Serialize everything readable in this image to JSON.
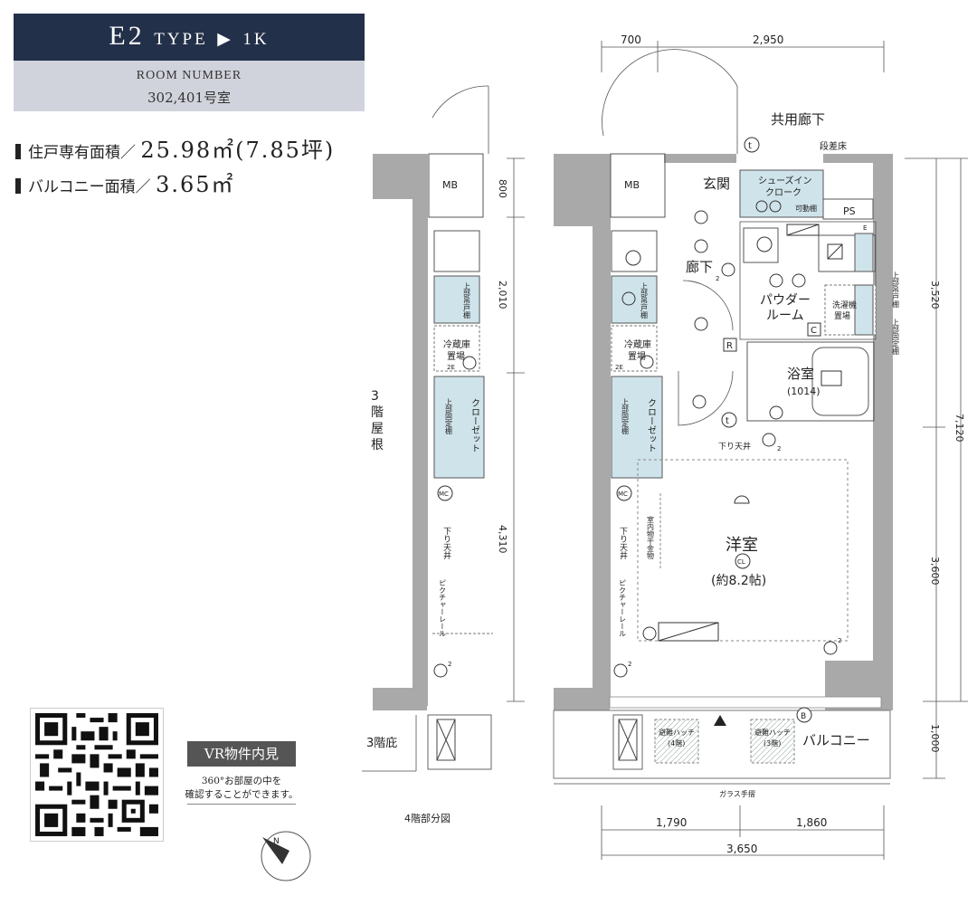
{
  "header": {
    "type_code": "E2",
    "type_word": "TYPE",
    "arrow": "▶",
    "layout": "1K",
    "room_number_label": "ROOM NUMBER",
    "room_numbers": "302,401号室"
  },
  "areas": {
    "unit_label": "住戸専有面積／",
    "unit_value": "25.98㎡(7.85坪)",
    "balcony_label": "バルコニー面積／",
    "balcony_value": "3.65㎡"
  },
  "vr": {
    "badge": "VR物件内見",
    "desc_line1": "360°お部屋の中を",
    "desc_line2": "確認することができます。"
  },
  "plan": {
    "corridor": "共用廊下",
    "step_floor": "段差床",
    "entrance": "玄関",
    "shoe_in_closet": [
      "シューズイン",
      "クローク"
    ],
    "movable_shelf": "可動棚",
    "ps": "PS",
    "mb": "MB",
    "hallway": "廊下",
    "powder_room": [
      "パウダー",
      "ルーム"
    ],
    "bathroom": "浴室",
    "bath_size": "(1014)",
    "laundry": [
      "洗濯機",
      "置場"
    ],
    "upper_cabinet": "上部吊戸棚",
    "upper_fixed_shelf": "上部固定棚",
    "fridge_space": [
      "冷蔵庫",
      "置場"
    ],
    "closet": "クローゼット",
    "lowered_ceiling": "下り天井",
    "picture_rail": "ピクチャーレール",
    "drying_fixture": "室内物干金物",
    "western_room": "洋室",
    "western_room_size": "(約8.2帖)",
    "balcony": "バルコニー",
    "evac_hatch_4": [
      "避難ハッチ",
      "(4階)"
    ],
    "evac_hatch_3": [
      "避難ハッチ",
      "(3階)"
    ],
    "glass_railing": "ガラス手摺",
    "roof_3f": [
      "3",
      "階",
      "屋",
      "根"
    ],
    "garden_3f": "3階庇",
    "partial_4f": "4階部分図",
    "symbols": {
      "t": "t",
      "r": "R",
      "c": "C",
      "b": "B",
      "mc": "MC",
      "cl": "CL",
      "e": "E",
      "two": "2",
      "twoE": "2E"
    }
  },
  "dimensions": {
    "top": [
      "700",
      "2,950"
    ],
    "bottom_parts": [
      "1,790",
      "1,860"
    ],
    "bottom_total": "3,650",
    "right": [
      "3,520",
      "3,600",
      "1,000"
    ],
    "right_total": "7,120",
    "mid": [
      "800",
      "2,010",
      "4,310"
    ]
  },
  "compass": {
    "north": "N"
  }
}
